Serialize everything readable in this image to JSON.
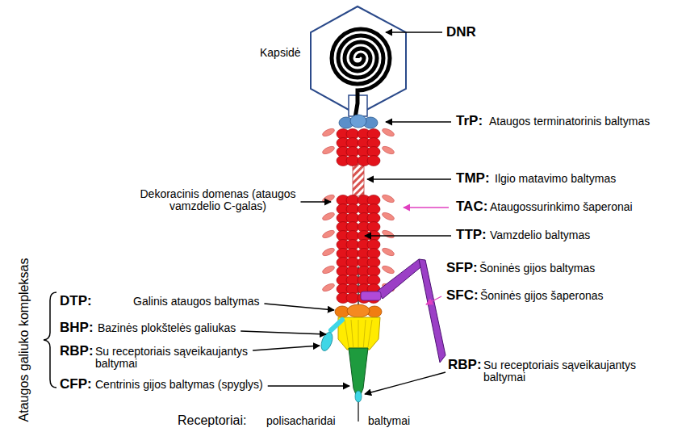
{
  "diagram": {
    "labels": [
      "DNR",
      "Kapsidė",
      "TrP:",
      "Ataugos terminatorinis baltymas",
      "TMP:",
      "Ilgio matavimo baltymas",
      "Dekoracinis domenas (ataugos vamzdelio C-galas)",
      "TAC:",
      "Ataugossurinkimo šaperonai",
      "TTP:",
      "Vamzdelio baltymas",
      "SFP:",
      "Šoninės gijos baltymas",
      "SFC:",
      "Šoninės gijos šaperonas",
      "Ataugos galiuko kompleksas",
      "DTP:",
      "Galinis ataugos baltymas",
      "BHP:",
      "Bazinės plokštelės galiukas",
      "RBP:",
      "Su receptoriais sąveikaujantys baltymai",
      "CFP:",
      "Centrinis gijos baltymas (spyglys)",
      "RBP:",
      "Su receptoriais sąveikaujantys baltymai",
      "Receptoriai:",
      "polisacharidai",
      "baltymai"
    ]
  }
}
